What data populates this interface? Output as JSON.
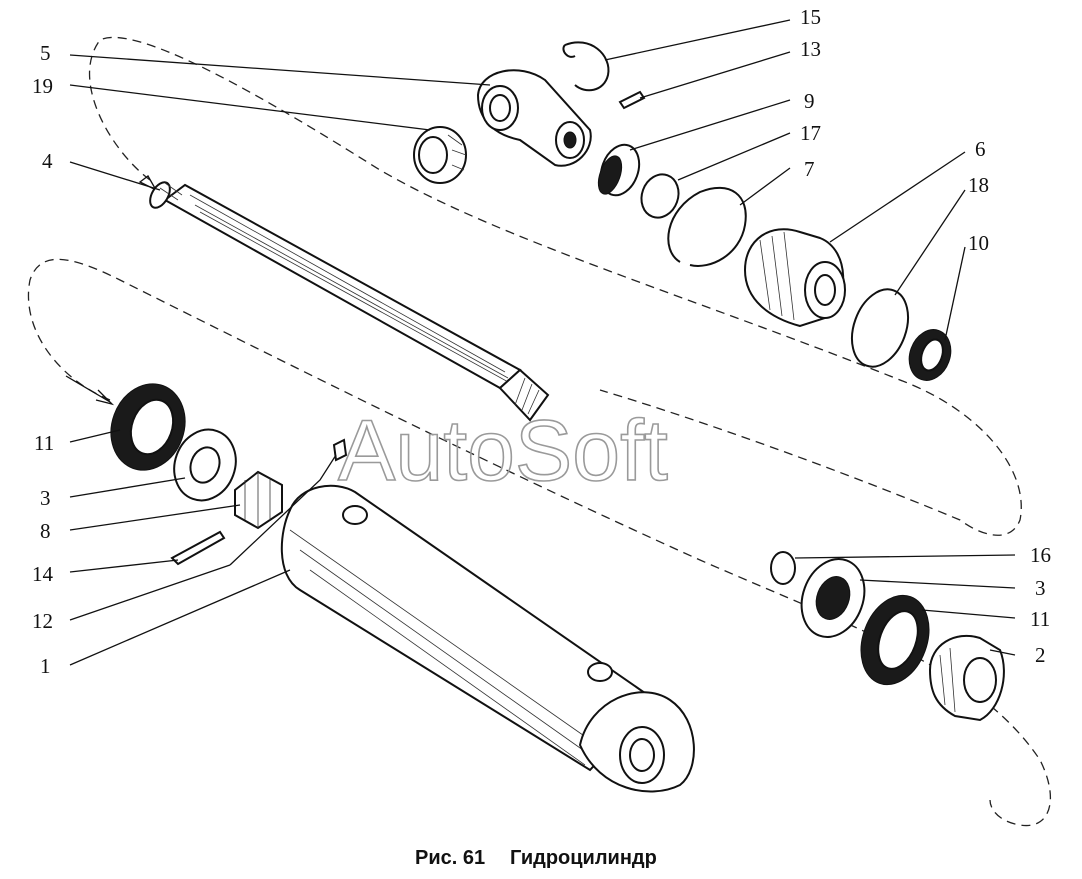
{
  "figure": {
    "caption_prefix": "Рис. 61",
    "caption_title": "Гидроцилиндр",
    "watermark": "AutoSoft"
  },
  "callouts": {
    "c15": "15",
    "c13": "13",
    "c5": "5",
    "c19": "19",
    "c9": "9",
    "c17": "17",
    "c4": "4",
    "c7": "7",
    "c6": "6",
    "c18": "18",
    "c10": "10",
    "c11a": "11",
    "c3a": "3",
    "c8": "8",
    "c14": "14",
    "c12": "12",
    "c1": "1",
    "c16": "16",
    "c3b": "3",
    "c11b": "11",
    "c2": "2"
  }
}
